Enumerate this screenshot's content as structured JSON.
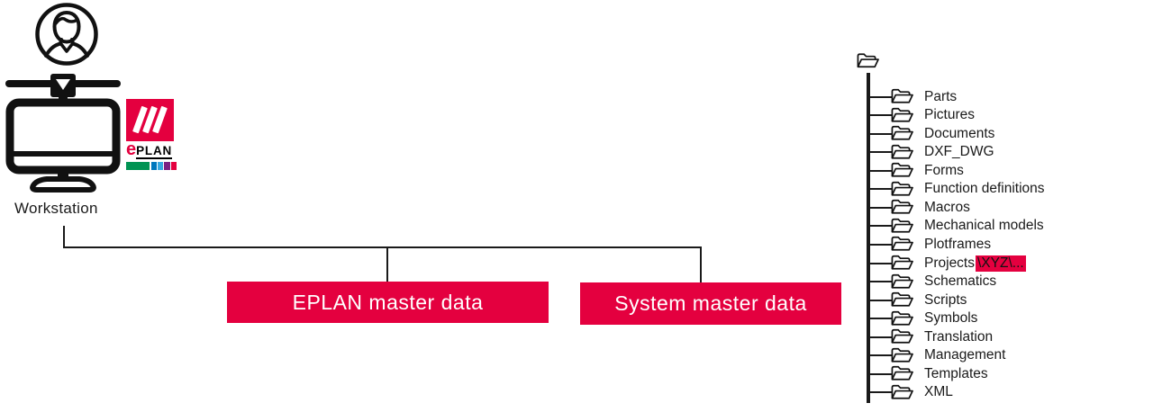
{
  "workstation": {
    "label": "Workstation"
  },
  "logo": {
    "e": "e",
    "plan": "PLAN"
  },
  "boxes": [
    {
      "label": "EPLAN master data"
    },
    {
      "label": "System master data"
    }
  ],
  "tree": {
    "items": [
      {
        "label": "Parts"
      },
      {
        "label": "Pictures"
      },
      {
        "label": "Documents"
      },
      {
        "label": "DXF_DWG"
      },
      {
        "label": "Forms"
      },
      {
        "label": "Function definitions"
      },
      {
        "label": "Macros"
      },
      {
        "label": "Mechanical models"
      },
      {
        "label": "Plotframes"
      },
      {
        "label": "Projects",
        "highlight": "\\XYZ\\..."
      },
      {
        "label": "Schematics"
      },
      {
        "label": "Scripts"
      },
      {
        "label": "Symbols"
      },
      {
        "label": "Translation"
      },
      {
        "label": "Management"
      },
      {
        "label": "Templates"
      },
      {
        "label": "XML"
      }
    ]
  },
  "icons": {
    "avatar": "person-icon",
    "monitor": "workstation-monitor-icon",
    "folder": "open-folder-icon",
    "root_folder": "root-folder-icon"
  },
  "colors": {
    "accent_crimson": "#E4003F",
    "logo_green": "#009353",
    "logo_blue": "#0077BD",
    "logo_lightblue": "#36A9E1",
    "logo_purple": "#7B2182",
    "line_black": "#1A1A1A",
    "text_on_box": "#FFFFFF"
  }
}
